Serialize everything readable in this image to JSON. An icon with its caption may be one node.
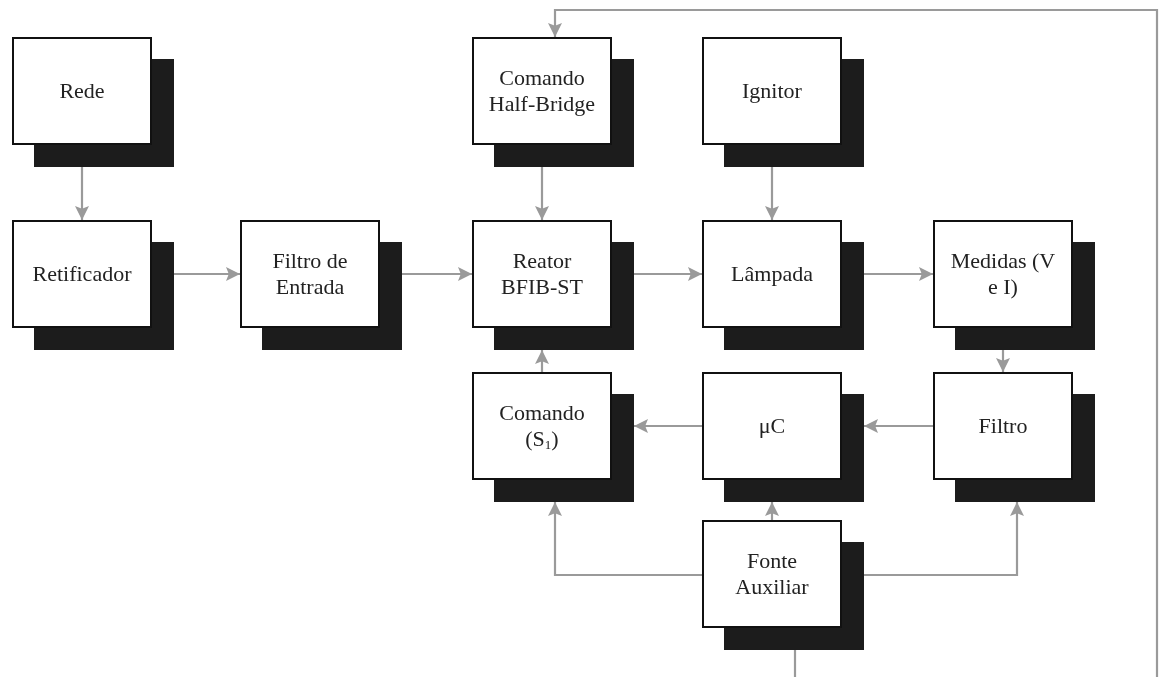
{
  "diagram": {
    "nodes": [
      {
        "text": [
          "Rede"
        ]
      },
      {
        "text": [
          "Retificador"
        ]
      },
      {
        "text": [
          "Filtro de Entrada"
        ]
      },
      {
        "text": [
          "Comando Half-Bridge"
        ]
      },
      {
        "text": [
          "Ignitor"
        ]
      },
      {
        "text": [
          "Reator BFIB-ST"
        ]
      },
      {
        "text": [
          "Lâmpada"
        ]
      },
      {
        "text": [
          "Medidas (V e I)"
        ]
      },
      {
        "text": [
          "Comando (S$_{1}$)"
        ]
      },
      {
        "text": [
          "μC"
        ]
      },
      {
        "text": [
          "Filtro"
        ]
      },
      {
        "text": [
          "Fonte Auxiliar"
        ]
      }
    ],
    "edges": [
      {
        "from": 0,
        "to": 1,
        "arrow": "to"
      },
      {
        "from": 1,
        "to": 2,
        "arrow": "to"
      },
      {
        "from": 2,
        "to": 5,
        "arrow": "to"
      },
      {
        "from": 3,
        "to": 5,
        "arrow": "to"
      },
      {
        "from": 4,
        "to": 6,
        "arrow": "to"
      },
      {
        "from": 5,
        "to": 6,
        "arrow": "to"
      },
      {
        "from": 6,
        "to": 7,
        "arrow": "to"
      },
      {
        "from": 7,
        "to": 10,
        "arrow": "to"
      },
      {
        "from": 10,
        "to": 9,
        "arrow": "to"
      },
      {
        "from": 9,
        "to": 8,
        "arrow": "to"
      },
      {
        "from": 8,
        "to": 5,
        "arrow": "to"
      },
      {
        "from": 11,
        "to": 8,
        "arrow": "to"
      },
      {
        "from": 11,
        "to": 9,
        "arrow": "to"
      },
      {
        "from": 11,
        "to": 10,
        "arrow": "to"
      },
      {
        "from": null,
        "to": 3,
        "arrow": "to"
      },
      {
        "from": null,
        "to": 11,
        "arrow": "none"
      }
    ]
  }
}
